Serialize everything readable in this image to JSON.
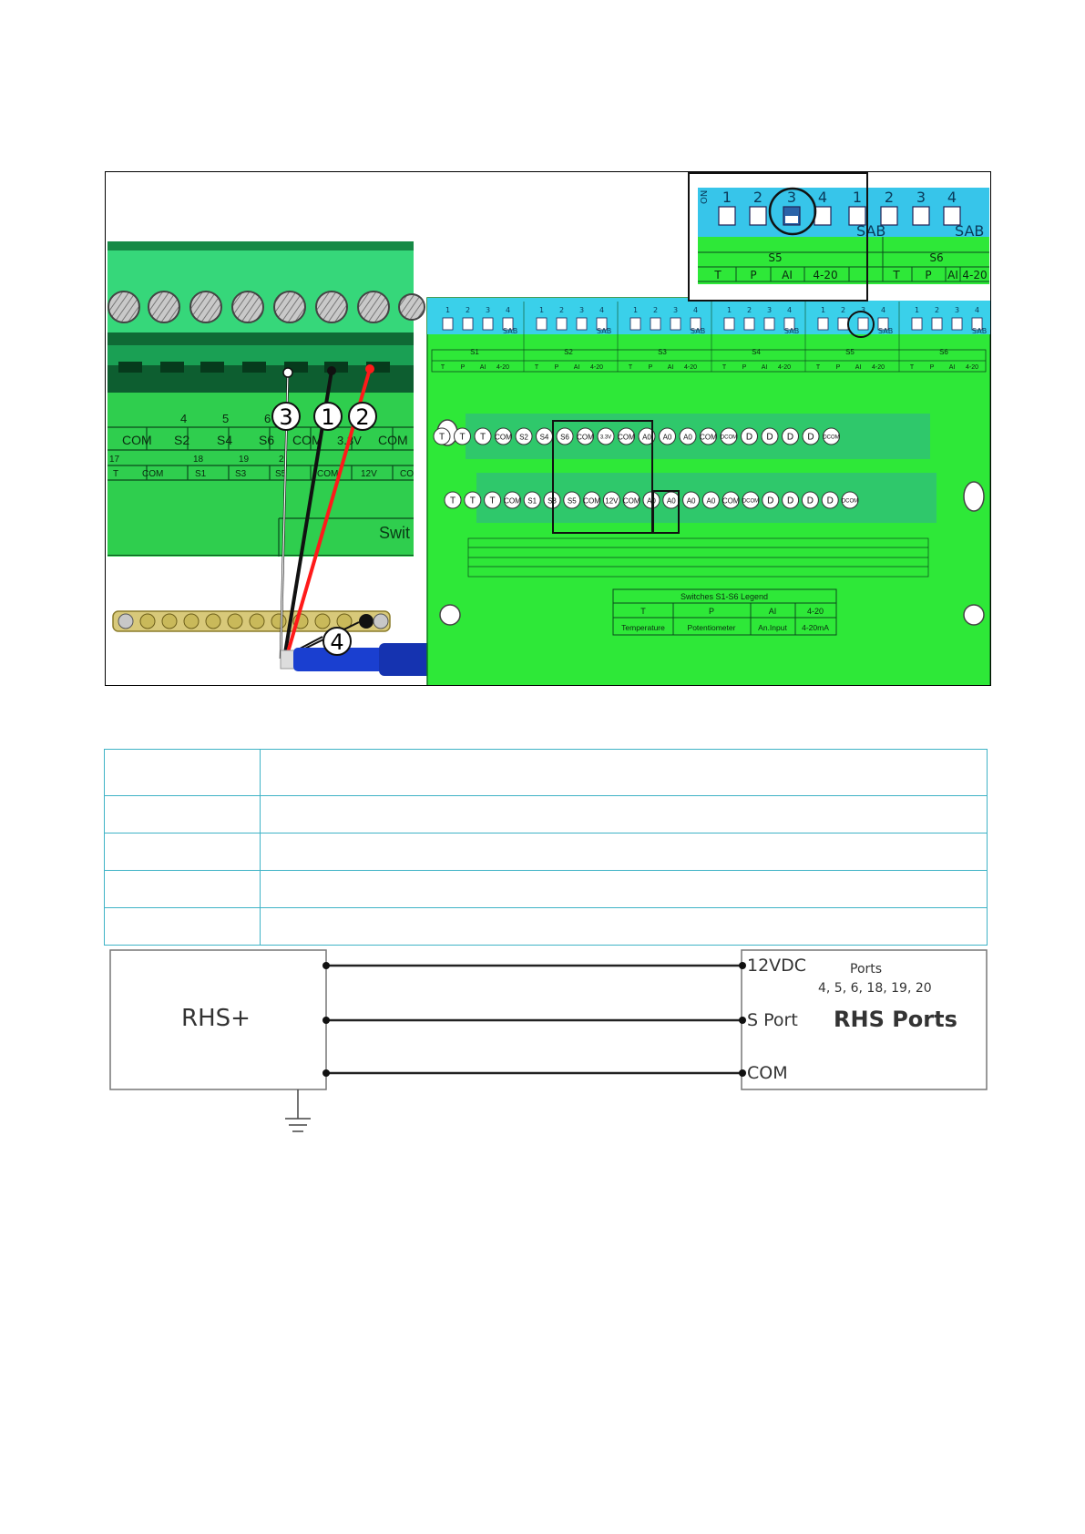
{
  "photo": {
    "terminals_top_row": [
      "COM",
      "S2",
      "S4",
      "S6",
      "COM",
      "3.3V",
      "COM"
    ],
    "terminals_top_nums": [
      "4",
      "5",
      "6"
    ],
    "terminals_bottom_row": [
      "T",
      "COM",
      "S1",
      "S3",
      "S5",
      "COM",
      "12V",
      "CO"
    ],
    "terminals_bottom_nums": [
      "17",
      "18",
      "19",
      "2"
    ],
    "label_partial": "Swit",
    "callouts": [
      "1",
      "2",
      "3",
      "4"
    ]
  },
  "dip_zoom": {
    "switch_nums": [
      "1",
      "2",
      "3",
      "4"
    ],
    "on_label": "ON",
    "sab": "SAB",
    "group_left": "S5",
    "group_right": "S6",
    "legend_cells": [
      "T",
      "P",
      "AI",
      "4-20"
    ]
  },
  "board": {
    "switch_groups": [
      "S1",
      "S2",
      "S3",
      "S4",
      "S5",
      "S6"
    ],
    "dip_nums": [
      "1",
      "2",
      "3",
      "4"
    ],
    "sab": "SAB",
    "sub_legend": [
      "T",
      "P",
      "AI",
      "4-20"
    ],
    "upper_terminals": [
      "T",
      "T",
      "T",
      "COM",
      "S2",
      "S4",
      "S6",
      "COM",
      "3.3V",
      "COM",
      "A0",
      "A0",
      "A0",
      "COM",
      "DCOM",
      "D",
      "D",
      "D",
      "D",
      "DCOM"
    ],
    "lower_terminals": [
      "T",
      "T",
      "T",
      "COM",
      "S1",
      "S3",
      "S5",
      "COM",
      "12V",
      "COM",
      "A0",
      "A0",
      "A0",
      "A0",
      "COM",
      "DCOM",
      "D",
      "D",
      "D",
      "D",
      "DCOM"
    ],
    "legend_title": "Switches S1-S6 Legend",
    "legend_keys": [
      "T",
      "P",
      "AI",
      "4-20"
    ],
    "legend_values": [
      "Temperature",
      "Potentiometer",
      "An.Input",
      "4-20mA"
    ]
  },
  "table_rows": [
    [
      "",
      ""
    ],
    [
      "",
      ""
    ],
    [
      "",
      ""
    ],
    [
      "",
      ""
    ],
    [
      "",
      ""
    ]
  ],
  "schematic": {
    "left_box": "RHS+",
    "pin_12v": "12VDC",
    "pin_s": "S Port",
    "pin_com": "COM",
    "ports_title": "Ports",
    "ports_list": "4, 5, 6, 18, 19, 20",
    "right_box": "RHS Ports"
  },
  "colors": {
    "pcb_green": "#35d65a",
    "terminal_green": "#1fbf62",
    "dip_blue": "#37c5ea",
    "wire_red": "#ff1a1a",
    "wire_black": "#111111",
    "probe_blue": "#1a3fd0",
    "table_border": "#3fb3c6"
  }
}
